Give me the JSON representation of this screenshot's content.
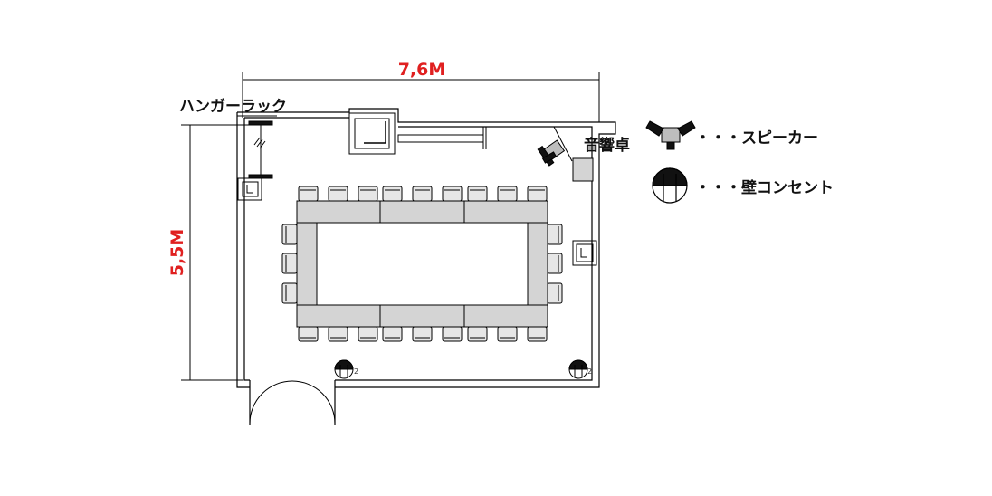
{
  "dimensions": {
    "width": "7,6M",
    "height": "5,5M"
  },
  "labels": {
    "hanger_rack": "ハンガーラック",
    "sound_desk": "音響卓",
    "outlet_left_count": "2",
    "outlet_right_count": "2"
  },
  "legend": {
    "speaker": "・・・スピーカー",
    "wall_outlet": "・・・壁コンセント"
  },
  "colors": {
    "dimension_text": "#e02020",
    "table_fill": "#d4d4d4",
    "chair_fill": "#e6e6e6",
    "line": "#000000"
  }
}
